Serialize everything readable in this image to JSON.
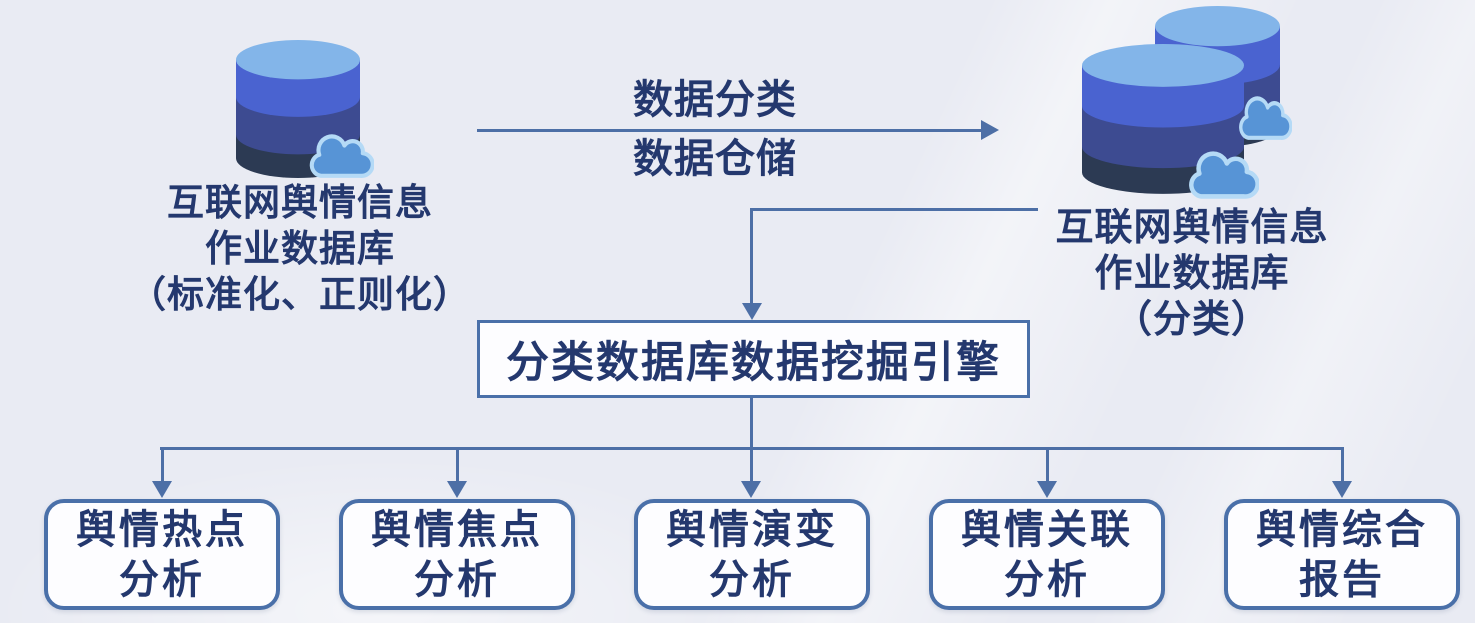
{
  "colors": {
    "bg": "#e9ebf3",
    "ink": "#24386e",
    "line": "#4d6fa6",
    "border": "#4a70a9",
    "box-bg": "#fdfdff",
    "cyl-top": "#83b5e9",
    "cyl-band1": "#4a63d0",
    "cyl-band2": "#3d4b91",
    "cyl-band3": "#2c3a53",
    "cloud-fill": "#5794d6",
    "cloud-stroke": "#b5daf6"
  },
  "diagram": {
    "source_db": {
      "icon": "database-cylinder-with-cloud",
      "lines": [
        "互联网舆情信息",
        "作业数据库",
        "（标准化、正则化）"
      ]
    },
    "transfer_arrow": {
      "lines": [
        "数据分类",
        "数据仓储"
      ]
    },
    "classified_db": {
      "icon": "database-cluster-with-clouds",
      "lines": [
        "互联网舆情信息",
        "作业数据库",
        "（分类）"
      ]
    },
    "engine": {
      "label": "分类数据库数据挖掘引擎"
    },
    "outputs": [
      {
        "lines": [
          "舆情热点",
          "分析"
        ]
      },
      {
        "lines": [
          "舆情焦点",
          "分析"
        ]
      },
      {
        "lines": [
          "舆情演变",
          "分析"
        ]
      },
      {
        "lines": [
          "舆情关联",
          "分析"
        ]
      },
      {
        "lines": [
          "舆情综合",
          "报告"
        ]
      }
    ]
  }
}
